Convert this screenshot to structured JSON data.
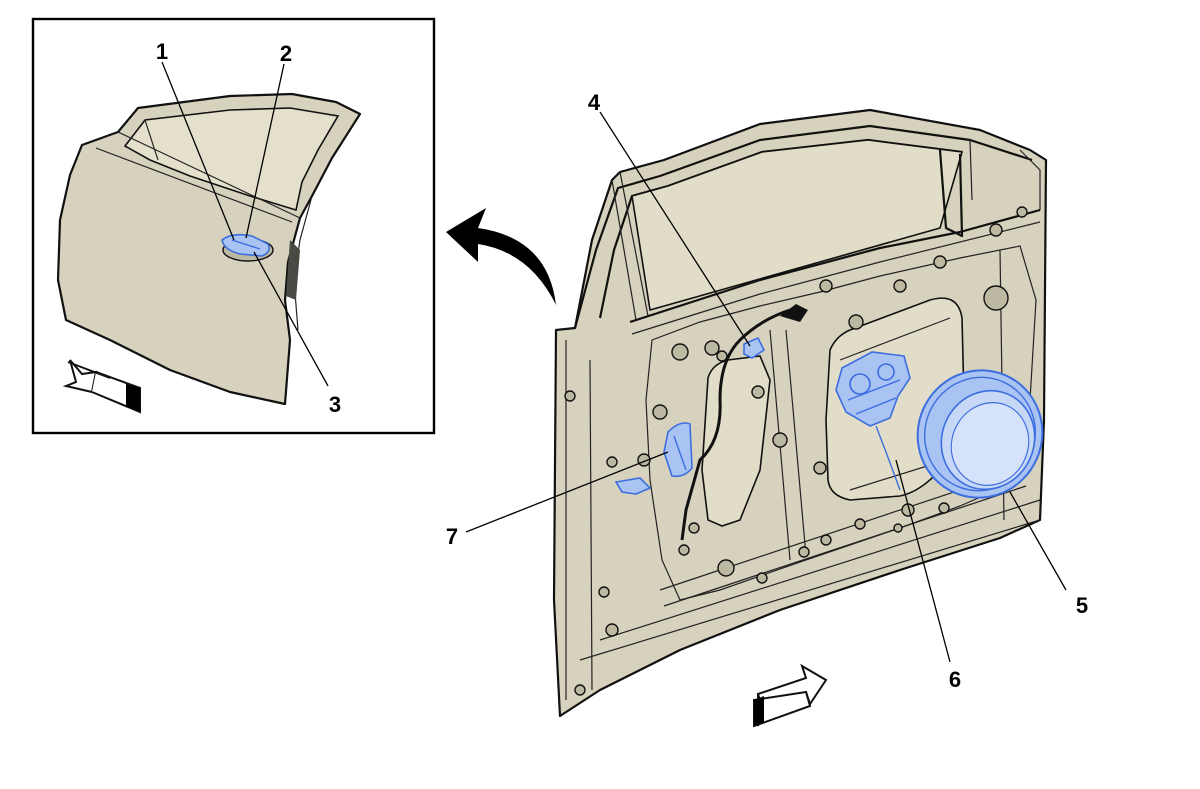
{
  "callouts": [
    {
      "id": "1",
      "label": "1"
    },
    {
      "id": "2",
      "label": "2"
    },
    {
      "id": "3",
      "label": "3"
    },
    {
      "id": "4",
      "label": "4"
    },
    {
      "id": "5",
      "label": "5"
    },
    {
      "id": "6",
      "label": "6"
    },
    {
      "id": "7",
      "label": "7"
    }
  ],
  "colors": {
    "panel": "#d6d2bd",
    "highlight": "#a9c3f3",
    "highlight_stroke": "#3d6ee0",
    "line": "#111111"
  },
  "icons": [
    "front-direction-arrow-icon",
    "view-transition-arrow-icon"
  ]
}
